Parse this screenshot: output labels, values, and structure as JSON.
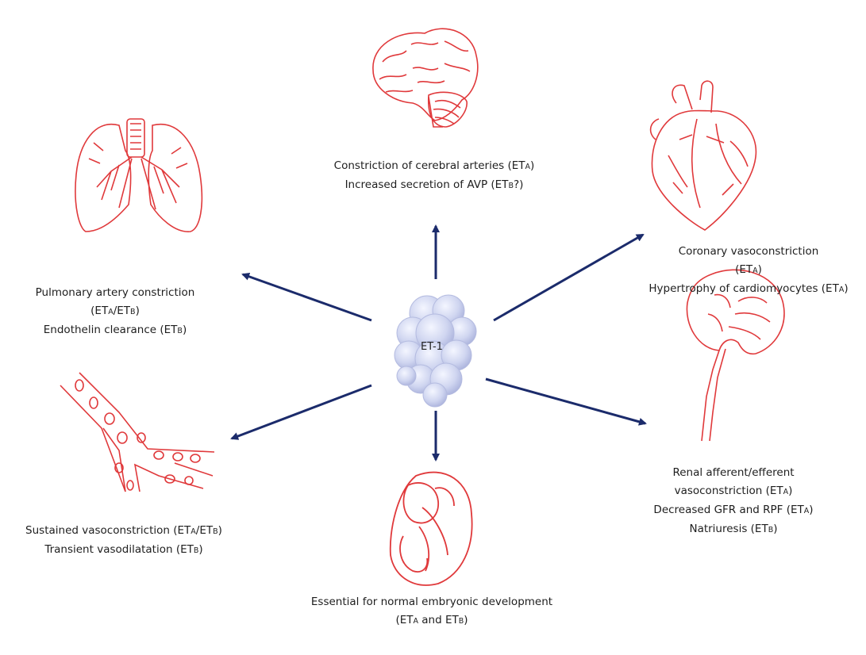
{
  "center": {
    "label": "ET-1"
  },
  "brain": {
    "line1": {
      "pre": "Constriction of cerebral arteries (ET",
      "sub": "A",
      "post": ")"
    },
    "line2": {
      "pre": "Increased secretion of AVP (ET",
      "sub": "B",
      "post": "?)"
    }
  },
  "lungs": {
    "line1": "Pulmonary artery constriction",
    "line2": {
      "p1": "(ET",
      "s1": "A",
      "p2": "/ET",
      "s2": "B",
      "p3": ")"
    },
    "line3": {
      "pre": "Endothelin clearance (ET",
      "sub": "B",
      "post": ")"
    }
  },
  "heart": {
    "line1": "Coronary vasoconstriction",
    "line2": {
      "pre": "(ET",
      "sub": "A",
      "post": ")"
    },
    "line3": {
      "pre": "Hypertrophy of cardiomyocytes (ET",
      "sub": "A",
      "post": ")"
    }
  },
  "vessel": {
    "line1": {
      "p1": "Sustained vasoconstriction (ET",
      "s1": "A",
      "p2": "/ET",
      "s2": "B",
      "p3": ")"
    },
    "line2": {
      "pre": "Transient vasodilatation (ET",
      "sub": "B",
      "post": ")"
    }
  },
  "kidney": {
    "line1": "Renal afferent/efferent",
    "line2": {
      "pre": "vasoconstriction (ET",
      "sub": "A",
      "post": ")"
    },
    "line3": {
      "pre": "Decreased GFR and RPF (ET",
      "sub": "A",
      "post": ")"
    },
    "line4": {
      "pre": "Natriuresis (ET",
      "sub": "B",
      "post": ")"
    }
  },
  "embryo": {
    "line1": "Essential for normal embryonic development",
    "line2": {
      "p1": "(ET",
      "s1": "A",
      "p2": " and ET",
      "s2": "B",
      "p3": ")"
    }
  },
  "colors": {
    "arrow": "#1b2b6b",
    "organ": "#e0393b",
    "molecule": "#c9d0ee"
  }
}
